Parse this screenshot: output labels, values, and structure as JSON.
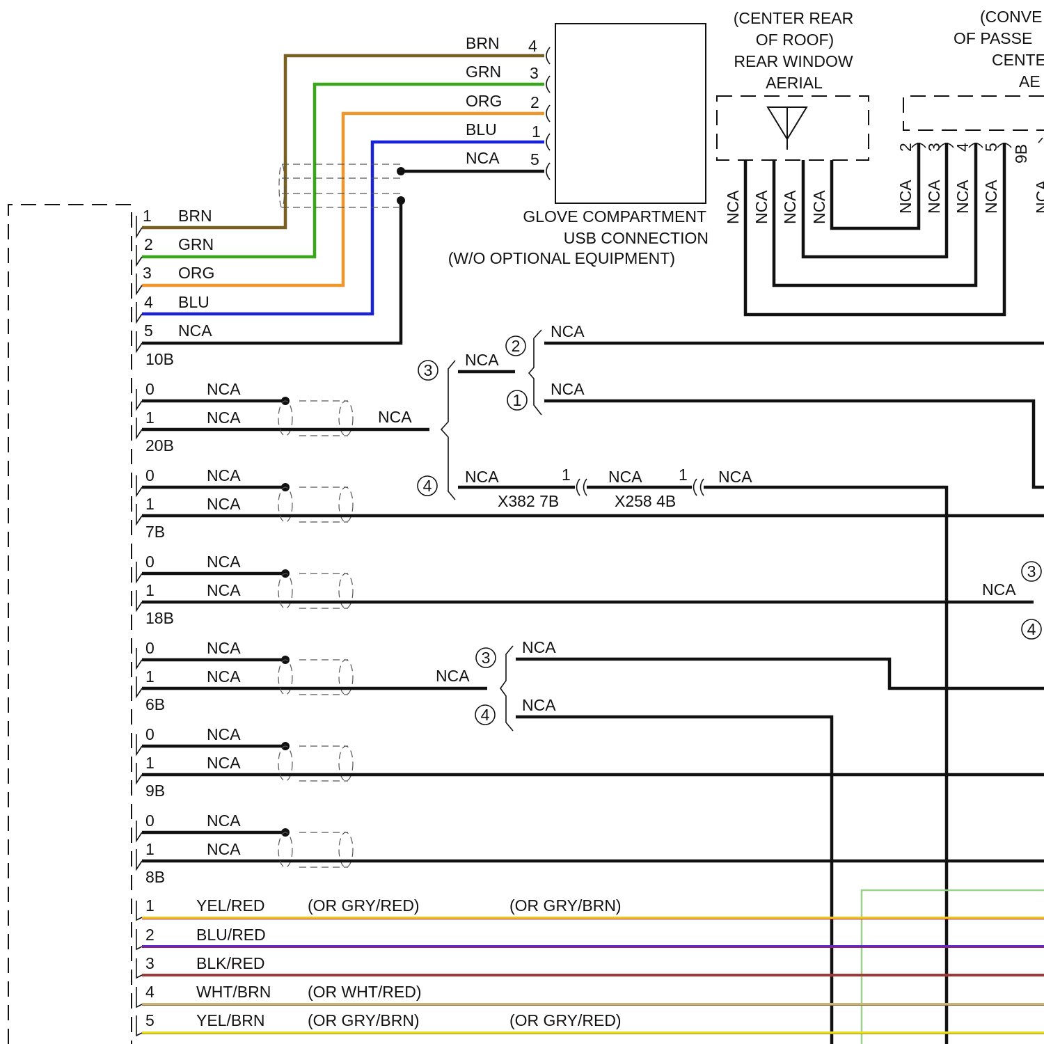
{
  "colors": {
    "brn": "#7a6020",
    "grn": "#3aa61c",
    "org": "#f0962a",
    "blu": "#1a22d6",
    "blk": "#111111",
    "yel_red": "#f0c81c",
    "blu_red": "#5a2ad0",
    "blk_red": "#9a3a3a",
    "wht_brn": "#c8b478",
    "yel_brn": "#e8e020",
    "green_box": "#9ad08a"
  },
  "glove": {
    "wires": [
      {
        "color_name": "BRN",
        "pin": "4"
      },
      {
        "color_name": "GRN",
        "pin": "3"
      },
      {
        "color_name": "ORG",
        "pin": "2"
      },
      {
        "color_name": "BLU",
        "pin": "1"
      },
      {
        "color_name": "NCA",
        "pin": "5"
      }
    ],
    "label_l1": "GLOVE COMPARTMENT",
    "label_l2": "USB CONNECTION",
    "label_l3": "(W/O OPTIONAL EQUIPMENT)"
  },
  "aerial": {
    "label_l1": "(CENTER REAR",
    "label_l2": "OF ROOF)",
    "label_l3": "REAR WINDOW",
    "label_l4": "AERIAL",
    "wires": [
      "NCA",
      "NCA",
      "NCA",
      "NCA"
    ]
  },
  "right_block": {
    "label_l1": "(CONVE",
    "label_l2": "OF PASSE",
    "label_l3": "CENTE",
    "label_l4": "AE",
    "pins": [
      "2",
      "3",
      "4",
      "5"
    ],
    "pin_wires": [
      "NCA",
      "NCA",
      "NCA",
      "NCA"
    ],
    "connector": "9B",
    "partial": "NCA"
  },
  "conn10b": {
    "name": "10B",
    "pins": [
      {
        "pin": "1",
        "color": "BRN"
      },
      {
        "pin": "2",
        "color": "GRN"
      },
      {
        "pin": "3",
        "color": "ORG"
      },
      {
        "pin": "4",
        "color": "BLU"
      },
      {
        "pin": "5",
        "color": "NCA"
      }
    ]
  },
  "shield_groups": [
    {
      "name": "20B",
      "p0": "0",
      "p0_label": "NCA",
      "p1": "1",
      "p1_label": "NCA"
    },
    {
      "name": "7B",
      "p0": "0",
      "p0_label": "NCA",
      "p1": "1",
      "p1_label": "NCA"
    },
    {
      "name": "18B",
      "p0": "0",
      "p0_label": "NCA",
      "p1": "1",
      "p1_label": "NCA"
    },
    {
      "name": "6B",
      "p0": "0",
      "p0_label": "NCA",
      "p1": "1",
      "p1_label": "NCA"
    },
    {
      "name": "9B",
      "p0": "0",
      "p0_label": "NCA",
      "p1": "1",
      "p1_label": "NCA"
    },
    {
      "name": "8B",
      "p0": "0",
      "p0_label": "NCA",
      "p1": "1",
      "p1_label": "NCA"
    }
  ],
  "splice_a": {
    "in_label": "NCA",
    "n3": "3",
    "n3_label": "NCA",
    "n2": "2",
    "n2_label": "NCA",
    "n1": "1",
    "n1_label": "NCA",
    "n4": "4",
    "n4_label": "NCA"
  },
  "inline": {
    "x382": "X382 7B",
    "x382_pin": "1",
    "mid_label": "NCA",
    "x258": "X258 4B",
    "x258_pin": "1",
    "out_label": "NCA"
  },
  "right_nodes": {
    "n3": "3",
    "n3_label": "NCA",
    "n4": "4"
  },
  "splice_b": {
    "in_label": "NCA",
    "n3": "3",
    "n3_label": "NCA",
    "n4": "4",
    "n4_label": "NCA"
  },
  "speaker_block": {
    "pins": [
      {
        "pin": "1",
        "color": "YEL/RED",
        "alt1": "(OR GRY/RED)",
        "alt2": "(OR GRY/BRN)"
      },
      {
        "pin": "2",
        "color": "BLU/RED",
        "alt1": "",
        "alt2": ""
      },
      {
        "pin": "3",
        "color": "BLK/RED",
        "alt1": "",
        "alt2": ""
      },
      {
        "pin": "4",
        "color": "WHT/BRN",
        "alt1": "(OR WHT/RED)",
        "alt2": ""
      },
      {
        "pin": "5",
        "color": "YEL/BRN",
        "alt1": "(OR GRY/BRN)",
        "alt2": "(OR GRY/RED)"
      }
    ]
  }
}
